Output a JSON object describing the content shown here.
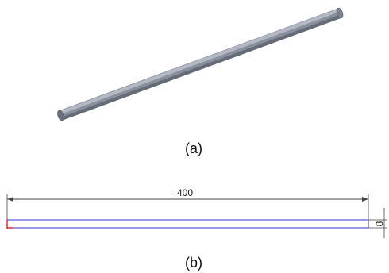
{
  "panel_a": {
    "caption": "(a)"
  },
  "panel_b": {
    "caption": "(b)",
    "length_label": "400",
    "diameter_label": "8"
  },
  "colors": {
    "rod_body": "#8a8f9c",
    "rod_highlight": "#b7bcc8",
    "rod_shadow": "#5f6470",
    "outline_blue": "#3333cc",
    "dimension_line": "#444444",
    "origin_red": "#dd2222"
  }
}
